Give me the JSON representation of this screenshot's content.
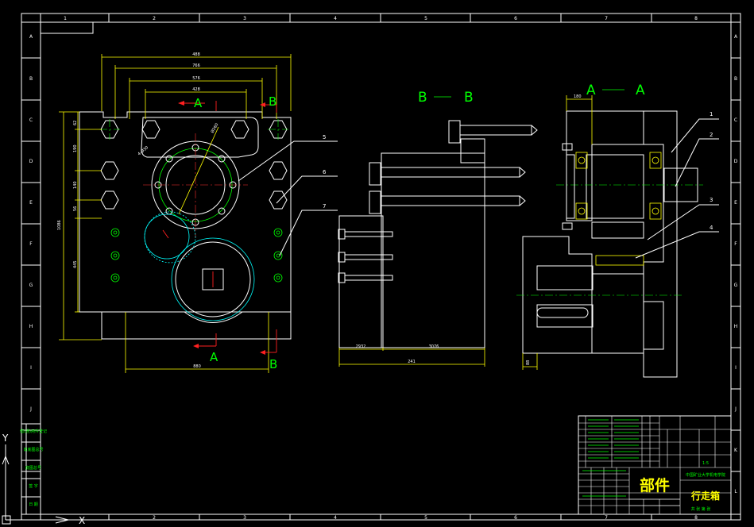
{
  "grid": {
    "columns": [
      "1",
      "2",
      "3",
      "4",
      "5",
      "6",
      "7",
      "8"
    ],
    "rows": [
      "A",
      "B",
      "C",
      "D",
      "E",
      "F",
      "G",
      "H",
      "I",
      "J",
      "K",
      "L"
    ]
  },
  "front_view": {
    "dims": {
      "top_outer": "488",
      "top_2": "766",
      "top_3": "576",
      "top_4": "428",
      "bottom": "880",
      "height_total": "1086",
      "left_1": "62",
      "left_2": "190",
      "left_3": "140",
      "left_4": "56",
      "left_5": "445",
      "circle_dia": "Ø260",
      "angle": "4-Ø30"
    },
    "labels": {
      "sec_a_top": "A",
      "sec_b_top": "B",
      "sec_a_bot": "A",
      "sec_b_bot": "B"
    }
  },
  "bb_view": {
    "title_left": "B",
    "title_right": "B",
    "dims": {
      "d1": "2932",
      "d2": "3076",
      "d3": "241"
    }
  },
  "aa_view": {
    "title_left": "A",
    "title_right": "A",
    "dims": {
      "d1": "180",
      "d2": "88"
    }
  },
  "balloons": [
    "1",
    "2",
    "3",
    "4",
    "5",
    "6",
    "7"
  ],
  "title_block": {
    "part_label": "部件",
    "drawing_name": "行走箱",
    "school": "中国矿业大学机电学院",
    "scale": "1:5",
    "sheet": "共 张 第 张"
  },
  "left_strip": [
    "借(通)用件登记",
    "旧底图总号",
    "底图总号",
    "签 字",
    "日 期"
  ],
  "ucs": {
    "y": "Y",
    "x": "X"
  }
}
